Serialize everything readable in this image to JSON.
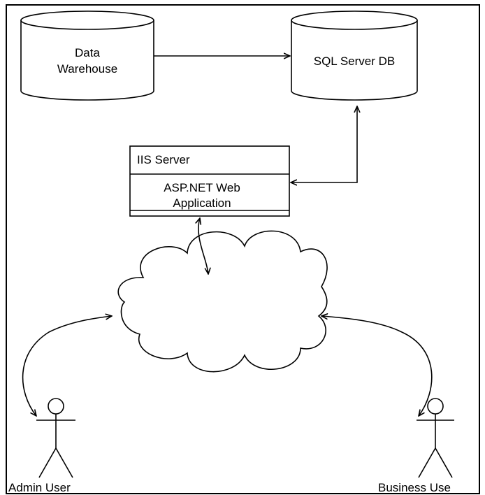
{
  "nodes": {
    "data_warehouse": {
      "line1": "Data",
      "line2": "Warehouse"
    },
    "sql_server_db": {
      "label": "SQL Server DB"
    },
    "iis_server": {
      "title": "IIS Server",
      "app_line1": "ASP.NET Web",
      "app_line2": "Application"
    },
    "admin_user": {
      "label": "Admin User"
    },
    "business_user": {
      "label": "Business Use"
    }
  },
  "colors": {
    "stroke": "#000000",
    "background": "#ffffff"
  }
}
